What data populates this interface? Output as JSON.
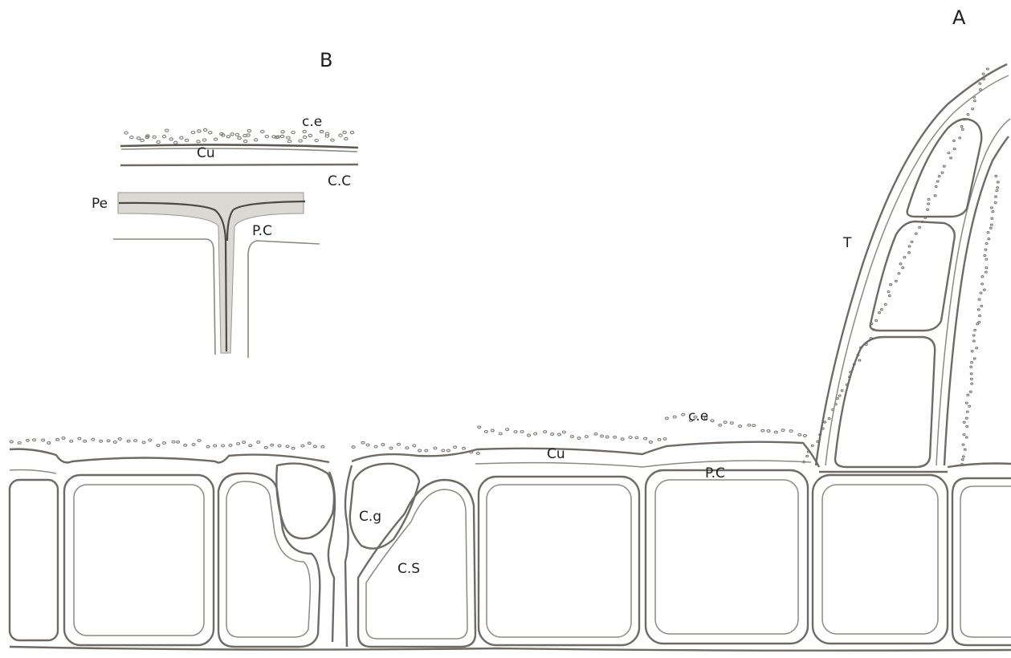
{
  "figure": {
    "panels": {
      "A": "A",
      "B": "B"
    },
    "labels_A": {
      "trichome": "T",
      "epicuticular": "c.e",
      "cuticle": "Cu",
      "primary_cell": "P.C",
      "guard_cell": "C.g",
      "subsidiary_cell": "C.S"
    },
    "labels_B": {
      "epicuticular": "c.e",
      "cuticle": "Cu",
      "cuticular_layer": "C.C",
      "pectin": "Pe",
      "primary_cell": "P.C"
    },
    "colors": {
      "ink": "#6f6a64",
      "stipple": "#7a7570",
      "text": "#1e1e1e"
    }
  }
}
